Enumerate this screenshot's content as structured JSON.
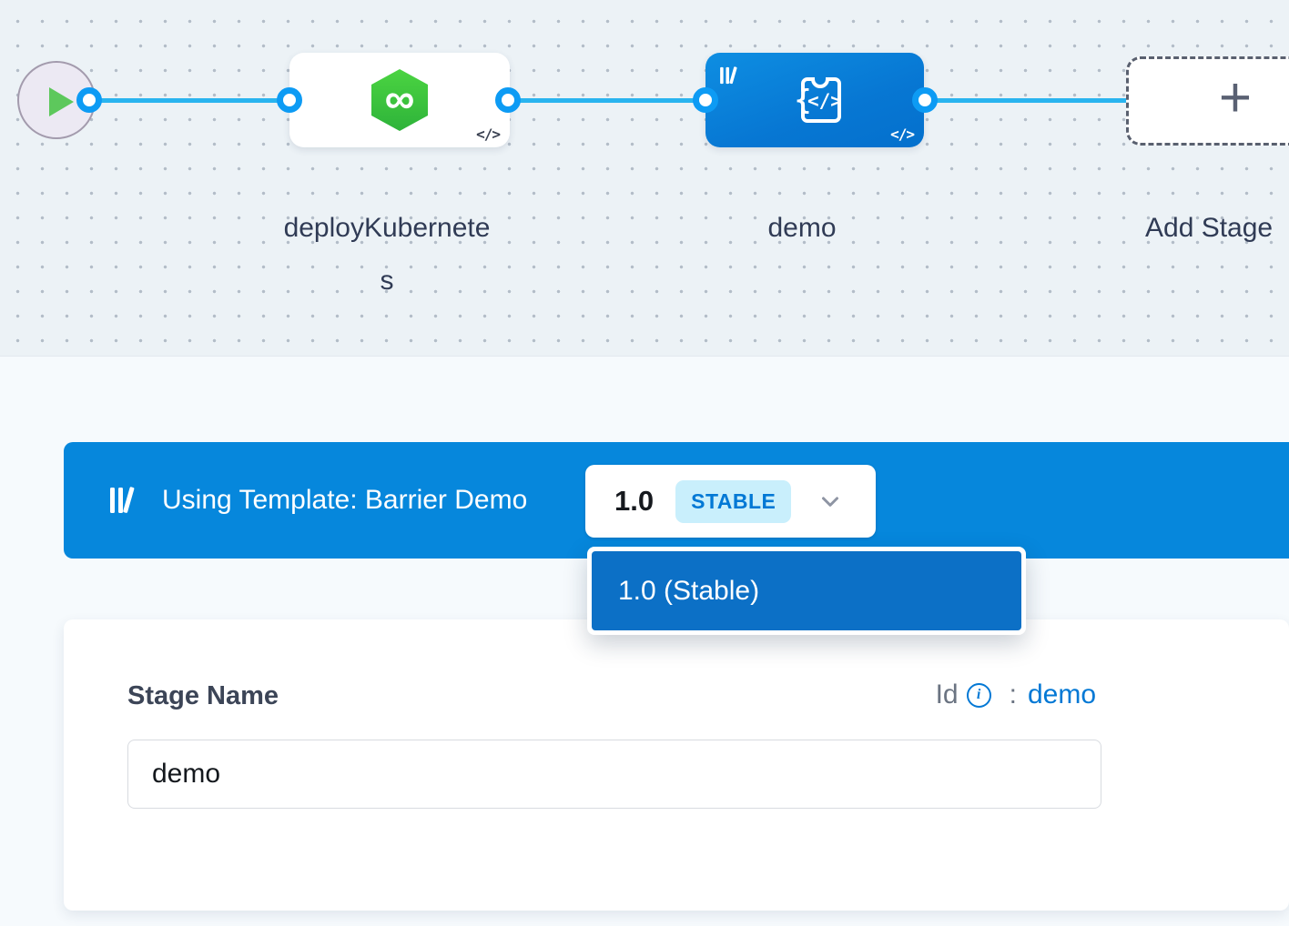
{
  "canvas": {
    "nodes": [
      {
        "id": "deployKubernetes",
        "label": "deployKubernetes",
        "type": "deployment-stage"
      },
      {
        "id": "demo",
        "label": "demo",
        "type": "custom-stage-from-template"
      }
    ],
    "add_stage_label": "Add Stage"
  },
  "template_banner": {
    "text": "Using Template: Barrier Demo",
    "version": "1.0",
    "badge": "STABLE"
  },
  "version_dropdown": {
    "items": [
      "1.0 (Stable)"
    ]
  },
  "stage_form": {
    "name_label": "Stage Name",
    "id_label": "Id",
    "separator": ":",
    "id_value": "demo",
    "name_value": "demo"
  },
  "icons": {
    "code": "</>",
    "plus": "+",
    "infinity": "∞",
    "info": "i"
  },
  "colors": {
    "banner_blue": "#0687dc",
    "dropdown_blue": "#0c70c6",
    "edge_cyan": "#29b4ef",
    "port_ring": "#0d9bf4",
    "badge_bg": "#c9effc",
    "accent_blue": "#0278d5",
    "green_icon": "#3cc43d",
    "label_slate": "#303b55"
  }
}
